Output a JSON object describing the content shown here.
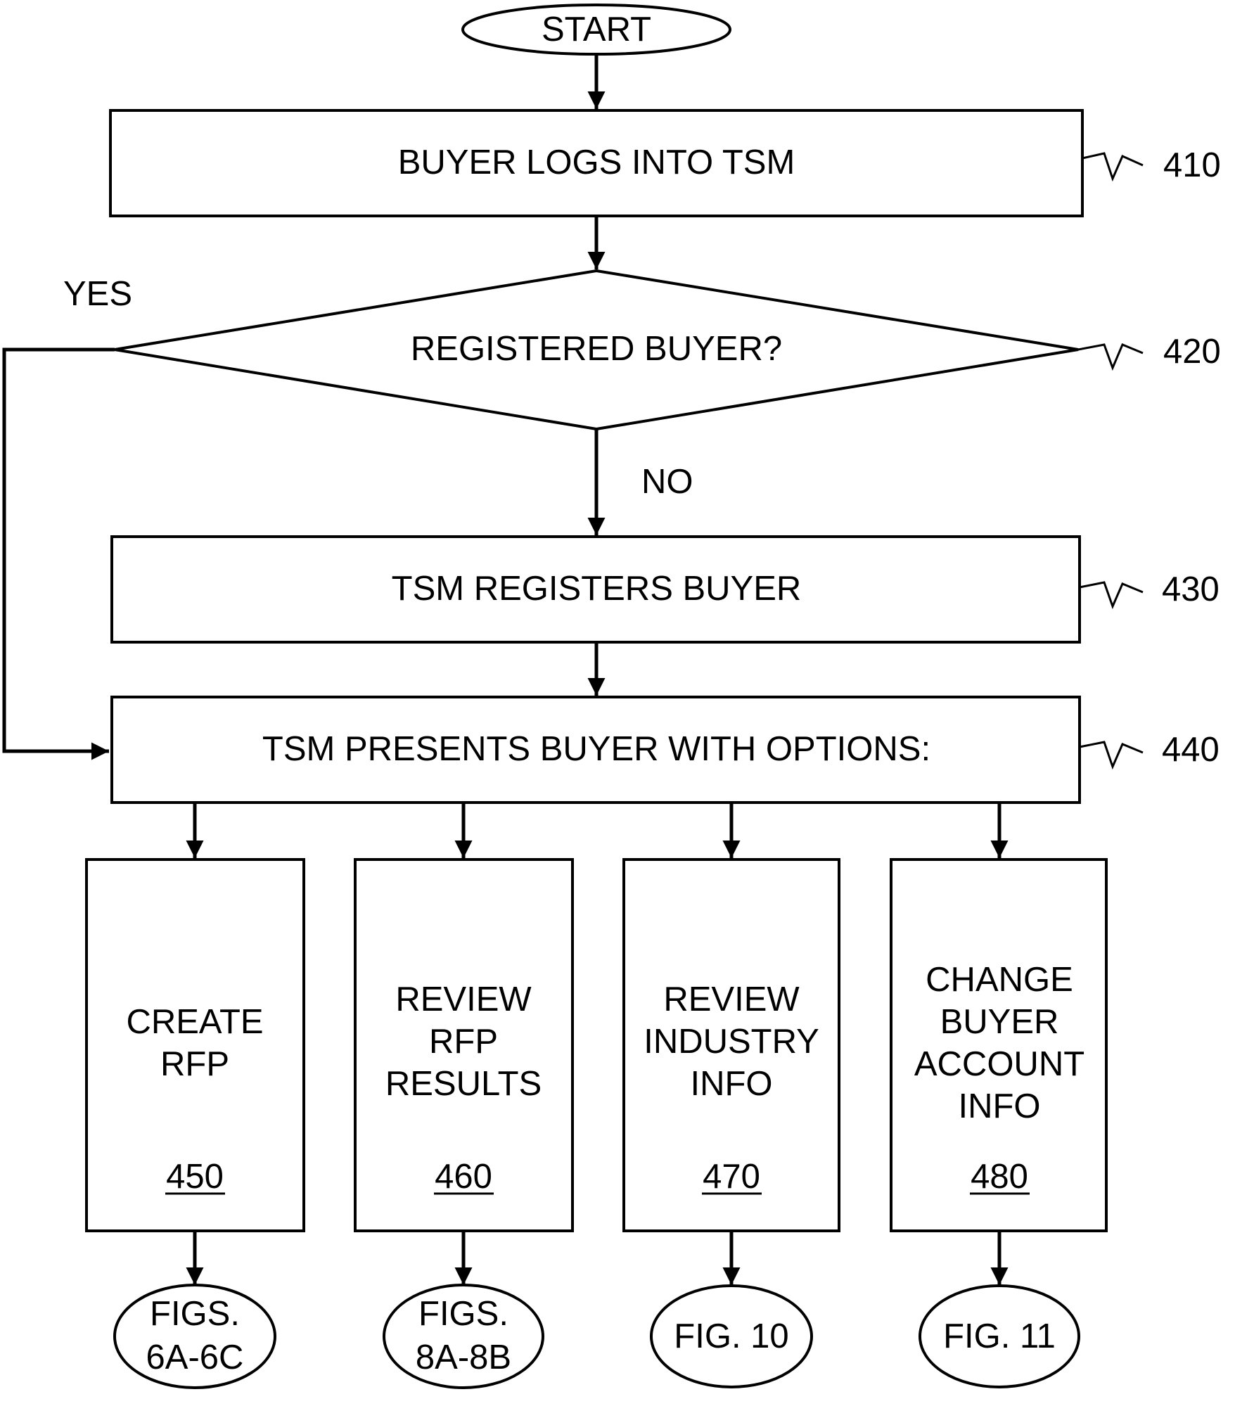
{
  "start": "START",
  "steps": {
    "login": {
      "text": "BUYER LOGS INTO TSM",
      "ref": "410"
    },
    "decision": {
      "text": "REGISTERED BUYER?",
      "ref": "420",
      "yes_label": "YES",
      "no_label": "NO"
    },
    "register": {
      "text": "TSM REGISTERS BUYER",
      "ref": "430"
    },
    "present": {
      "text": "TSM PRESENTS BUYER WITH OPTIONS:",
      "ref": "440"
    }
  },
  "options": [
    {
      "lines": [
        "CREATE",
        "RFP"
      ],
      "ref": "450",
      "terminal": [
        "FIGS.",
        "6A-6C"
      ]
    },
    {
      "lines": [
        "REVIEW",
        "RFP",
        "RESULTS"
      ],
      "ref": "460",
      "terminal": [
        "FIGS.",
        "8A-8B"
      ]
    },
    {
      "lines": [
        "REVIEW",
        "INDUSTRY",
        "INFO"
      ],
      "ref": "470",
      "terminal": [
        "FIG. 10"
      ]
    },
    {
      "lines": [
        "CHANGE",
        "BUYER",
        "ACCOUNT",
        "INFO"
      ],
      "ref": "480",
      "terminal": [
        "FIG. 11"
      ]
    }
  ]
}
